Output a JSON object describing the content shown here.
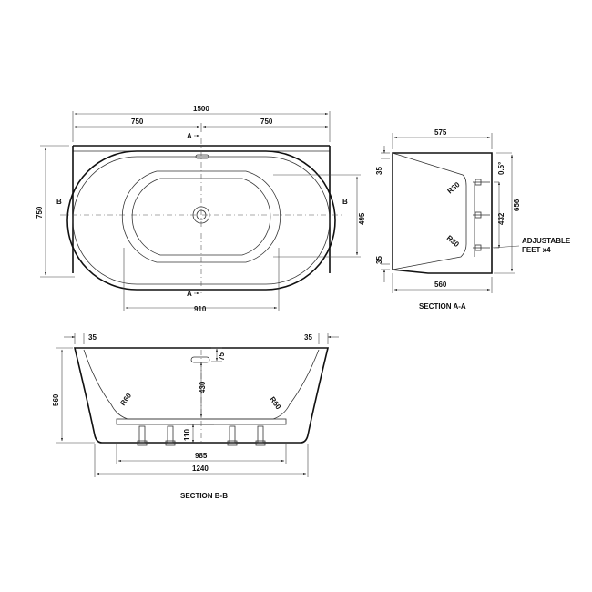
{
  "plan": {
    "dim_overall": "1500",
    "dim_left_half": "750",
    "dim_right_half": "750",
    "dim_depth": "750",
    "dim_inner_depth": "495",
    "dim_inner_length": "910",
    "section_mark_a": "A",
    "section_mark_b": "B"
  },
  "section_a": {
    "title": "SECTION A-A",
    "dim_top_width": "575",
    "dim_bottom_width": "560",
    "dim_rim_top": "35",
    "dim_rim_bottom": "35",
    "dim_overflow": "0.5°",
    "dim_height": "656",
    "dim_inner_height": "432",
    "radius_top": "R30",
    "radius_bottom": "R30",
    "feet_note_line1": "ADJUSTABLE",
    "feet_note_line2": "FEET x4"
  },
  "section_b": {
    "title": "SECTION B-B",
    "dim_rim_left": "35",
    "dim_rim_right": "35",
    "dim_height": "560",
    "dim_water": "430",
    "dim_overflow": "75",
    "dim_base_clearance": "110",
    "dim_inner_base": "985",
    "dim_outer_base": "1240",
    "radius_left": "R60",
    "radius_right": "R60"
  },
  "colors": {
    "line": "#111111",
    "background": "#ffffff"
  }
}
